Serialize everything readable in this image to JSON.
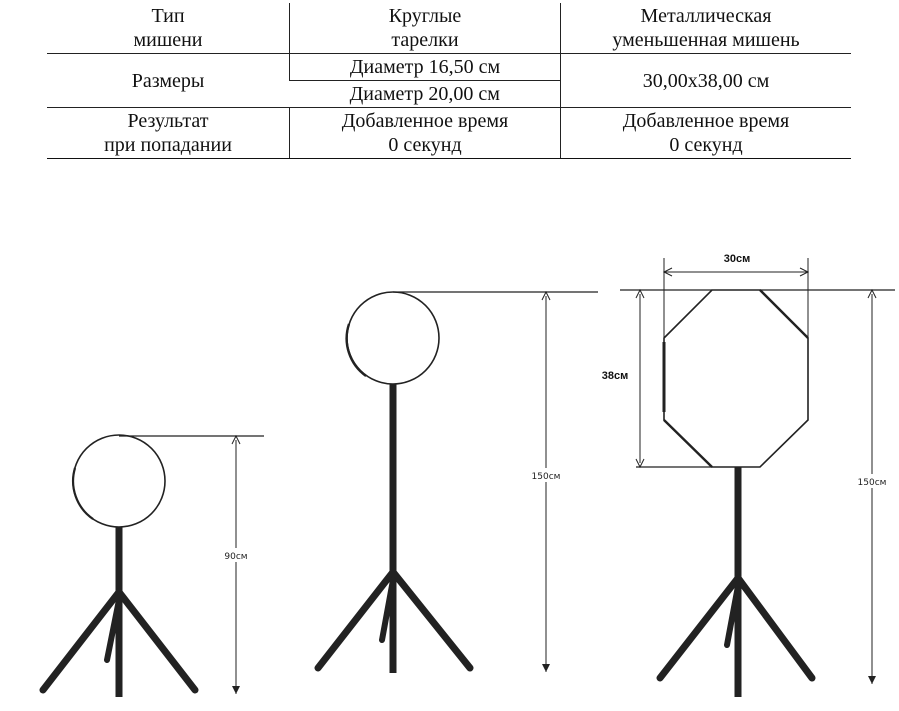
{
  "table": {
    "header": {
      "col1": [
        "Тип",
        "мишени"
      ],
      "col2": [
        "Круглые",
        "тарелки"
      ],
      "col3": [
        "Металлическая",
        "уменьшенная мишень"
      ]
    },
    "sizes": {
      "label": "Размеры",
      "round_a": "Диаметр 16,50 см",
      "round_b": "Диаметр 20,00 см",
      "metal": "30,00x38,00 см"
    },
    "result": {
      "label": [
        "Результат",
        "при попадании"
      ],
      "round": [
        "Добавленное время",
        "0 секунд"
      ],
      "metal": [
        "Добавленное время",
        "0 секунд"
      ]
    }
  },
  "figure": {
    "target1_height": "90см",
    "target2_height": "150см",
    "target3_height": "150см",
    "target3_width": "30см",
    "target3_plate_height": "38см"
  }
}
